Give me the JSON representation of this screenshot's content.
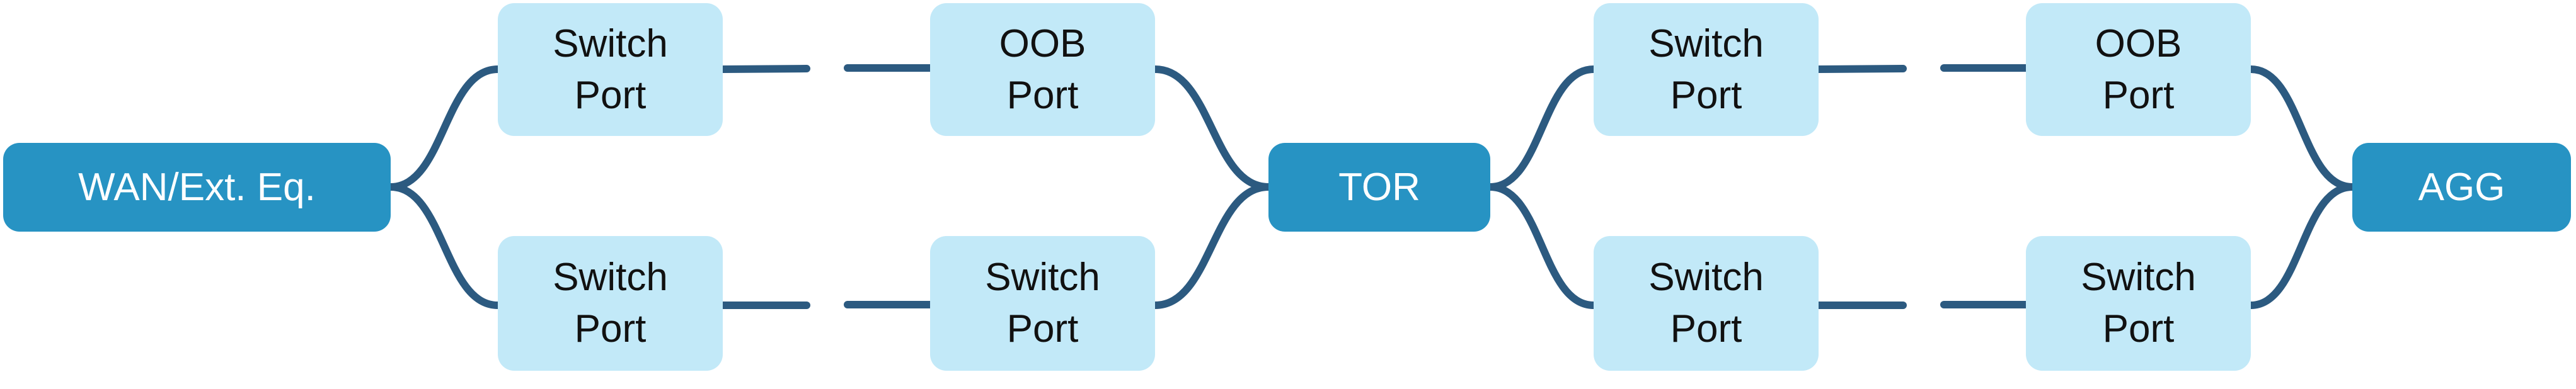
{
  "colors": {
    "primary_node": "#2793c3",
    "secondary_node": "#c2e9f8",
    "link": "#2c5a80"
  },
  "nodes": {
    "wan": {
      "label": "WAN/Ext. Eq."
    },
    "sp1_top": {
      "line1": "Switch",
      "line2": "Port"
    },
    "sp1_bottom": {
      "line1": "Switch",
      "line2": "Port"
    },
    "oob1": {
      "line1": "OOB",
      "line2": "Port"
    },
    "sp2_bottom": {
      "line1": "Switch",
      "line2": "Port"
    },
    "tor": {
      "label": "TOR"
    },
    "sp3_top": {
      "line1": "Switch",
      "line2": "Port"
    },
    "sp3_bottom": {
      "line1": "Switch",
      "line2": "Port"
    },
    "oob2": {
      "line1": "OOB",
      "line2": "Port"
    },
    "sp4_bottom": {
      "line1": "Switch",
      "line2": "Port"
    },
    "agg": {
      "label": "AGG"
    }
  }
}
